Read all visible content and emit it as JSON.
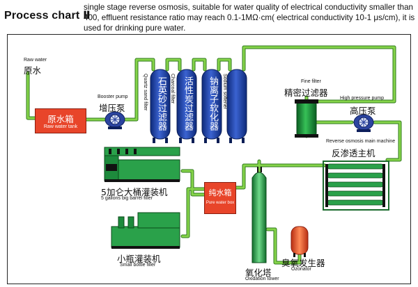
{
  "header": {
    "title": "Process chart Ⅱ",
    "description": "single stage reverse osmosis, suitable for water quality of electrical conductivity smaller than 400, effluent resistance ratio may reach 0.1-1MΩ·cm( electrical conductivity 10-1 μs/cm), it is used for drinking pure water."
  },
  "nodes": {
    "raw_water": {
      "en": "Raw water",
      "cn": "原水"
    },
    "raw_water_tank": {
      "cn": "原水箱",
      "en": "Raw water tank"
    },
    "booster_pump": {
      "en": "Booster pump",
      "cn": "增压泵"
    },
    "quartz_sand_filter": {
      "en": "Quartz sand filter",
      "cn": "石英砂过滤器"
    },
    "charcoal_filter": {
      "en": "Charcoal filter",
      "cn": "活性炭过滤器"
    },
    "sodium_softener": {
      "en": "Sodium softener",
      "cn": "钠离子软化器"
    },
    "fine_filter": {
      "en": "Fine filter",
      "cn": "精密过滤器"
    },
    "high_pressure_pump": {
      "en": "High pressure pump",
      "cn": "高压泵"
    },
    "ro_main_machine": {
      "en": "Reverse osmosis main machine",
      "cn": "反渗透主机"
    },
    "big_barrel_filler": {
      "cn": "5加仑大桶灌装机",
      "en": "5 gallons big barrel filler"
    },
    "pure_water_box": {
      "cn": "纯水箱",
      "en": "Pure water box"
    },
    "small_bottle_filler": {
      "cn": "小瓶灌装机",
      "en": "Small bottle filler"
    },
    "oxidation_tower": {
      "cn": "氧化塔",
      "en": "Oxidation tower"
    },
    "ozonator": {
      "cn": "臭氧发生器",
      "en": "Ozonator"
    }
  },
  "colors": {
    "pipe": "#86d44a",
    "pipe_outline": "#2f7a1c",
    "tank": "#e8452a",
    "filter_column": "#2447a8",
    "fine_filter": "#1f9a3a",
    "machine": "#2aa14a",
    "pump": "#2c44a0"
  }
}
